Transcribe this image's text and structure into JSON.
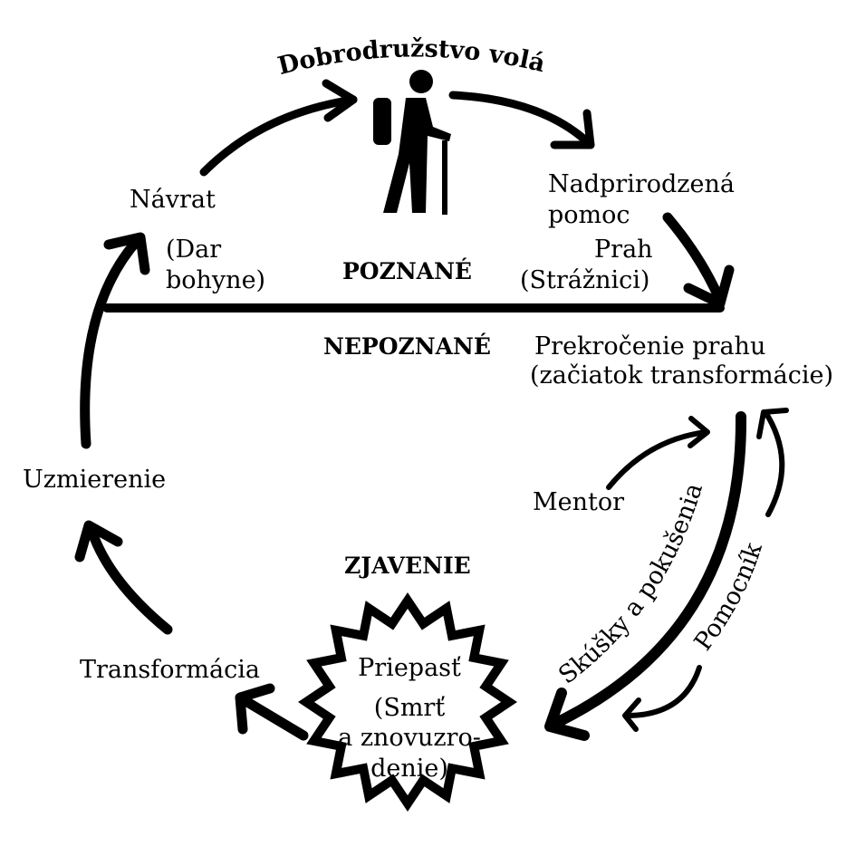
{
  "title": "Dobrodružstvo volá",
  "labels": {
    "supernatural_1": "Nadprirodzená",
    "supernatural_2": "pomoc",
    "threshold_1": "Prah",
    "threshold_2": "(Strážnici)",
    "known": "POZNANÉ",
    "unknown": "NEPOZNANÉ",
    "crossing_1": "Prekročenie prahu",
    "crossing_2": "(začiatok transformácie)",
    "return": "Návrat",
    "gift_1": "(Dar",
    "gift_2": "bohyne)",
    "atonement": "Uzmierenie",
    "transformation": "Transformácia",
    "revelation": "ZJAVENIE",
    "abyss_1": "Priepasť",
    "abyss_2": "(Smrť",
    "abyss_3": "a znovuzro-",
    "abyss_4": "denie)",
    "mentor": "Mentor",
    "trials": "Skúšky a pokušenia",
    "helper": "Pomocník"
  },
  "icons": {
    "hero": "hiker-icon"
  },
  "colors": {
    "ink": "#000000",
    "background": "#ffffff"
  }
}
